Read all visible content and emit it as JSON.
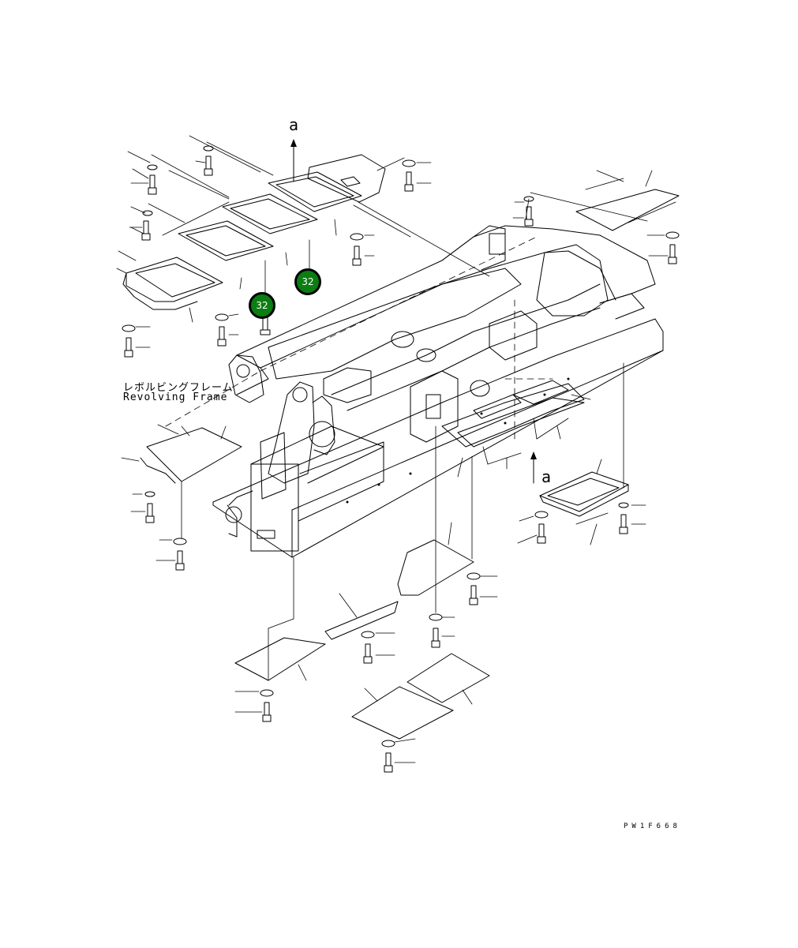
{
  "labels": {
    "view_a_top": "a",
    "view_a_bottom": "a",
    "frame_name_jp": "レボルビングフレーム",
    "frame_name_en": "Revolving Frame",
    "drawing_code": "PW1F668"
  },
  "callouts": [
    {
      "number": "32"
    },
    {
      "number": "32"
    }
  ],
  "colors": {
    "callout_fill": "#0b7d12",
    "callout_text": "#ffffff",
    "line": "#000000"
  }
}
